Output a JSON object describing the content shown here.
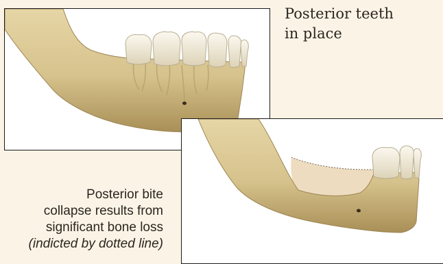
{
  "captions": {
    "top": {
      "line1": "Posterior teeth",
      "line2": "in place"
    },
    "bottom": {
      "line1": "Posterior bite",
      "line2": "collapse results from",
      "line3": "significant bone loss",
      "line4": "(indicted by dotted line)"
    }
  },
  "colors": {
    "bone": "#dcc996",
    "bone_shadow": "#b69c63",
    "tooth": "#f3eddc",
    "lost_bone_area": "#eedcc0",
    "panel_background": "#ffffff",
    "page_background": "#fbf4e6"
  }
}
